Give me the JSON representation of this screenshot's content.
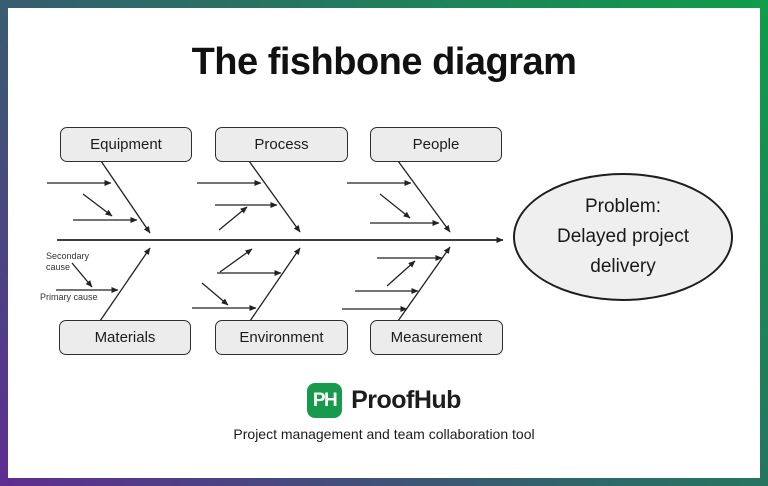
{
  "title": "The fishbone diagram",
  "diagram": {
    "top_categories": [
      "Equipment",
      "Process",
      "People"
    ],
    "bottom_categories": [
      "Materials",
      "Environment",
      "Measurement"
    ],
    "problem_text": "Problem:\nDelayed project\ndelivery",
    "labels": {
      "secondary": "Secondary\ncause",
      "primary": "Primary cause"
    }
  },
  "footer": {
    "logo_monogram": "PH",
    "brand": "ProofHub",
    "tagline": "Project management and team collaboration tool"
  },
  "colors": {
    "border_gradient_bottom_left": "#5e2d91",
    "border_gradient_mid": "#2c6a67",
    "border_gradient_top_right": "#0f9d4a",
    "logo_green": "#179a4b",
    "box_fill": "#ececec",
    "ellipse_fill": "#efefef",
    "line_color": "#222222"
  }
}
